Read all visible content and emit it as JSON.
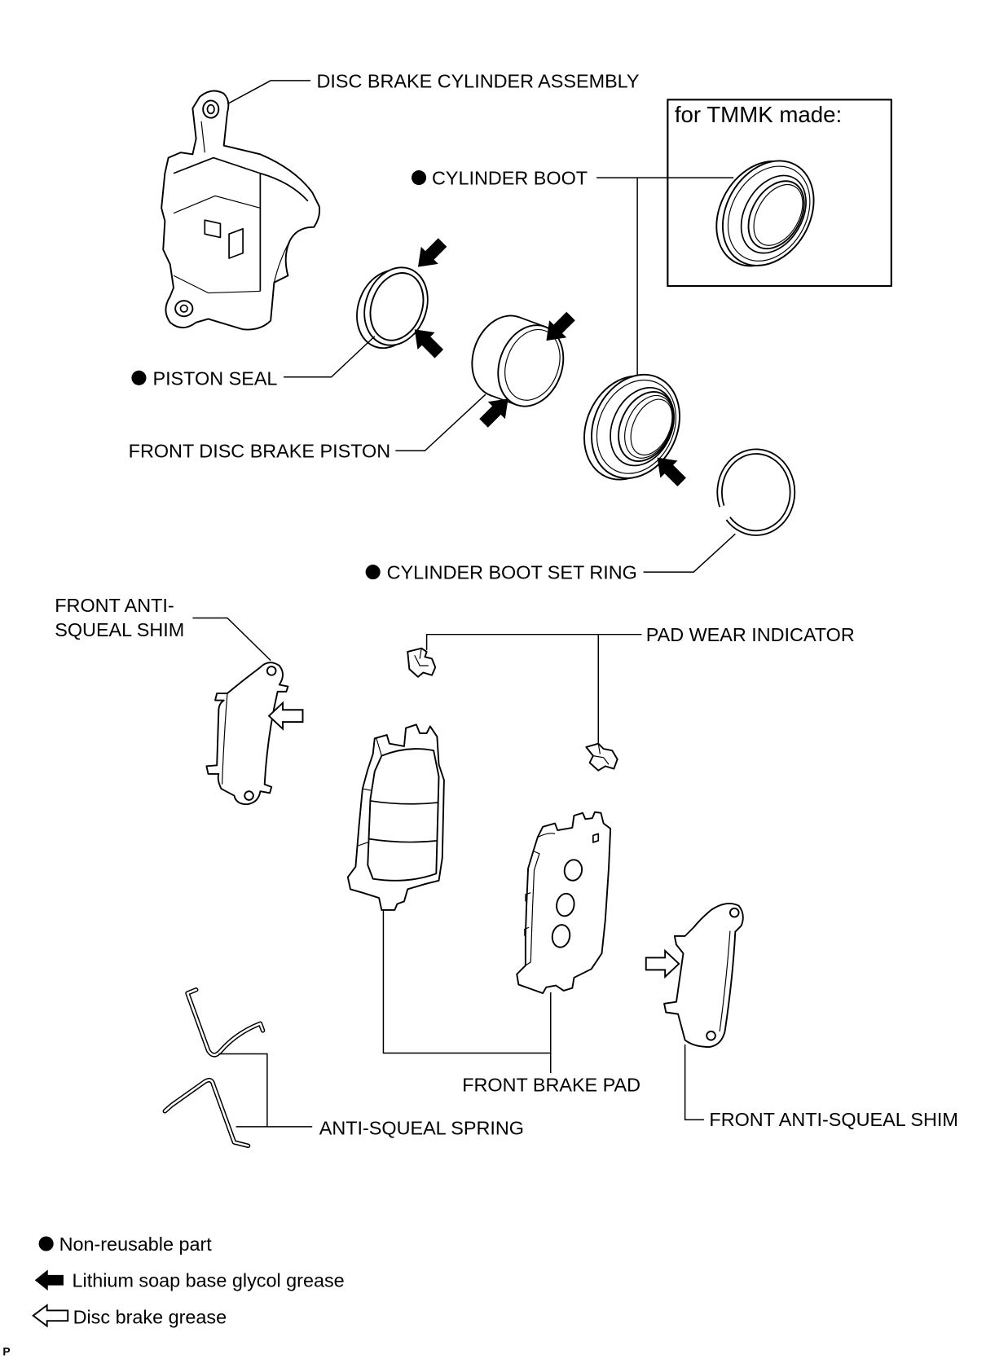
{
  "diagram": {
    "labels": {
      "disc_brake_cylinder_assembly": "DISC BRAKE CYLINDER ASSEMBLY",
      "cylinder_boot": "CYLINDER BOOT",
      "piston_seal": "PISTON SEAL",
      "front_disc_brake_piston": "FRONT DISC BRAKE PISTON",
      "cylinder_boot_set_ring": "CYLINDER BOOT SET RING",
      "front_anti_squeal_shim_left": [
        "FRONT ANTI-",
        "SQUEAL SHIM"
      ],
      "pad_wear_indicator": "PAD WEAR INDICATOR",
      "front_brake_pad": "FRONT BRAKE PAD",
      "anti_squeal_spring": "ANTI-SQUEAL SPRING",
      "front_anti_squeal_shim_right": "FRONT ANTI-SQUEAL SHIM"
    },
    "inset": {
      "title": "for TMMK made:"
    }
  },
  "legend": [
    {
      "icon": "filled-circle-icon",
      "text": "Non-reusable part"
    },
    {
      "icon": "black-arrow-icon",
      "text": "Lithium soap base glycol grease"
    },
    {
      "icon": "white-arrow-icon",
      "text": "Disc brake grease"
    }
  ],
  "corner_mark": "P",
  "colors": {
    "line": "#000000",
    "background": "#ffffff"
  }
}
